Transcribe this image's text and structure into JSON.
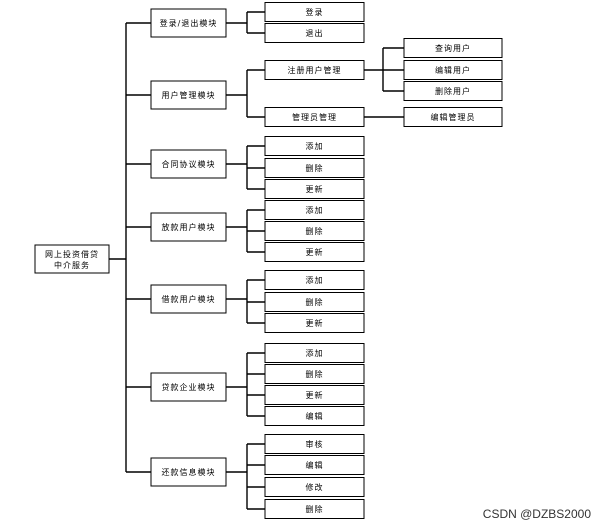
{
  "root": {
    "line1": "网上投资借贷",
    "line2": "中介服务"
  },
  "modules": [
    {
      "label": "登录/退出模块",
      "children": [
        {
          "label": "登录"
        },
        {
          "label": "退出"
        }
      ]
    },
    {
      "label": "用户管理模块",
      "children": [
        {
          "label": "注册用户管理",
          "children": [
            {
              "label": "查询用户"
            },
            {
              "label": "编辑用户"
            },
            {
              "label": "删除用户"
            }
          ]
        },
        {
          "label": "管理员管理",
          "children": [
            {
              "label": "编辑管理员"
            }
          ]
        }
      ]
    },
    {
      "label": "合同协议模块",
      "children": [
        {
          "label": "添加"
        },
        {
          "label": "删除"
        },
        {
          "label": "更新"
        }
      ]
    },
    {
      "label": "放款用户模块",
      "children": [
        {
          "label": "添加"
        },
        {
          "label": "删除"
        },
        {
          "label": "更新"
        }
      ]
    },
    {
      "label": "借款用户模块",
      "children": [
        {
          "label": "添加"
        },
        {
          "label": "删除"
        },
        {
          "label": "更新"
        }
      ]
    },
    {
      "label": "贷款企业模块",
      "children": [
        {
          "label": "添加"
        },
        {
          "label": "删除"
        },
        {
          "label": "更新"
        },
        {
          "label": "编辑"
        }
      ]
    },
    {
      "label": "还款信息模块",
      "children": [
        {
          "label": "审核"
        },
        {
          "label": "编辑"
        },
        {
          "label": "修改"
        },
        {
          "label": "删除"
        }
      ]
    }
  ],
  "watermark": "CSDN @DZBS2000"
}
